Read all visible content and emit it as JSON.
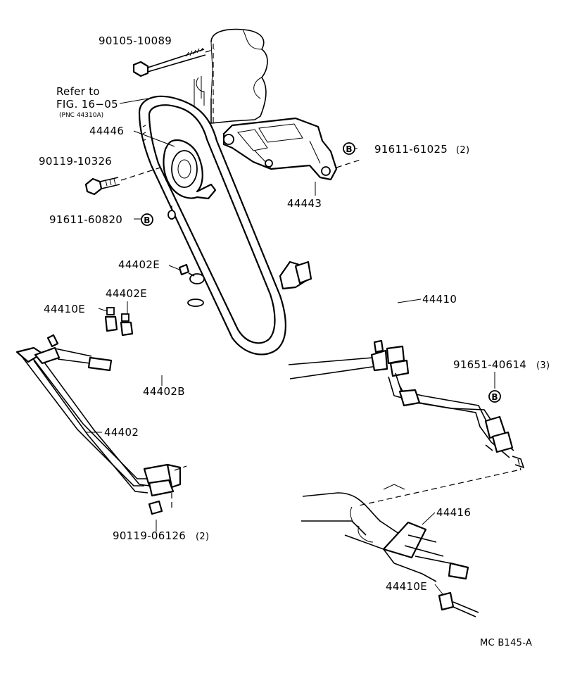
{
  "diagram": {
    "callouts": {
      "bolt_top": "90105-10089",
      "refer_line1": "Refer to",
      "refer_line2": "FIG. 16−05",
      "refer_line3": "(PNC 44310A)",
      "pulley": "44446",
      "bolt_left": "90119-10326",
      "bolt_b_left": "91611-60820",
      "bolt_b_right": "91611-61025",
      "bolt_b_right_qty": "(2)",
      "bracket": "44443",
      "clamp_top": "44402E",
      "clamp_mid": "44402E",
      "clamp_left": "44410E",
      "pressure_hose": "44410",
      "bolt_b_lower": "91651-40614",
      "bolt_b_lower_qty": "(3)",
      "return_hose": "44402B",
      "return_tube": "44402",
      "bolt_bottom": "90119-06126",
      "bolt_bottom_qty": "(2)",
      "gear_bracket": "44416",
      "clamp_bottom": "44410E"
    },
    "marker_letter": "B",
    "figure_code": "MC B145-A"
  }
}
